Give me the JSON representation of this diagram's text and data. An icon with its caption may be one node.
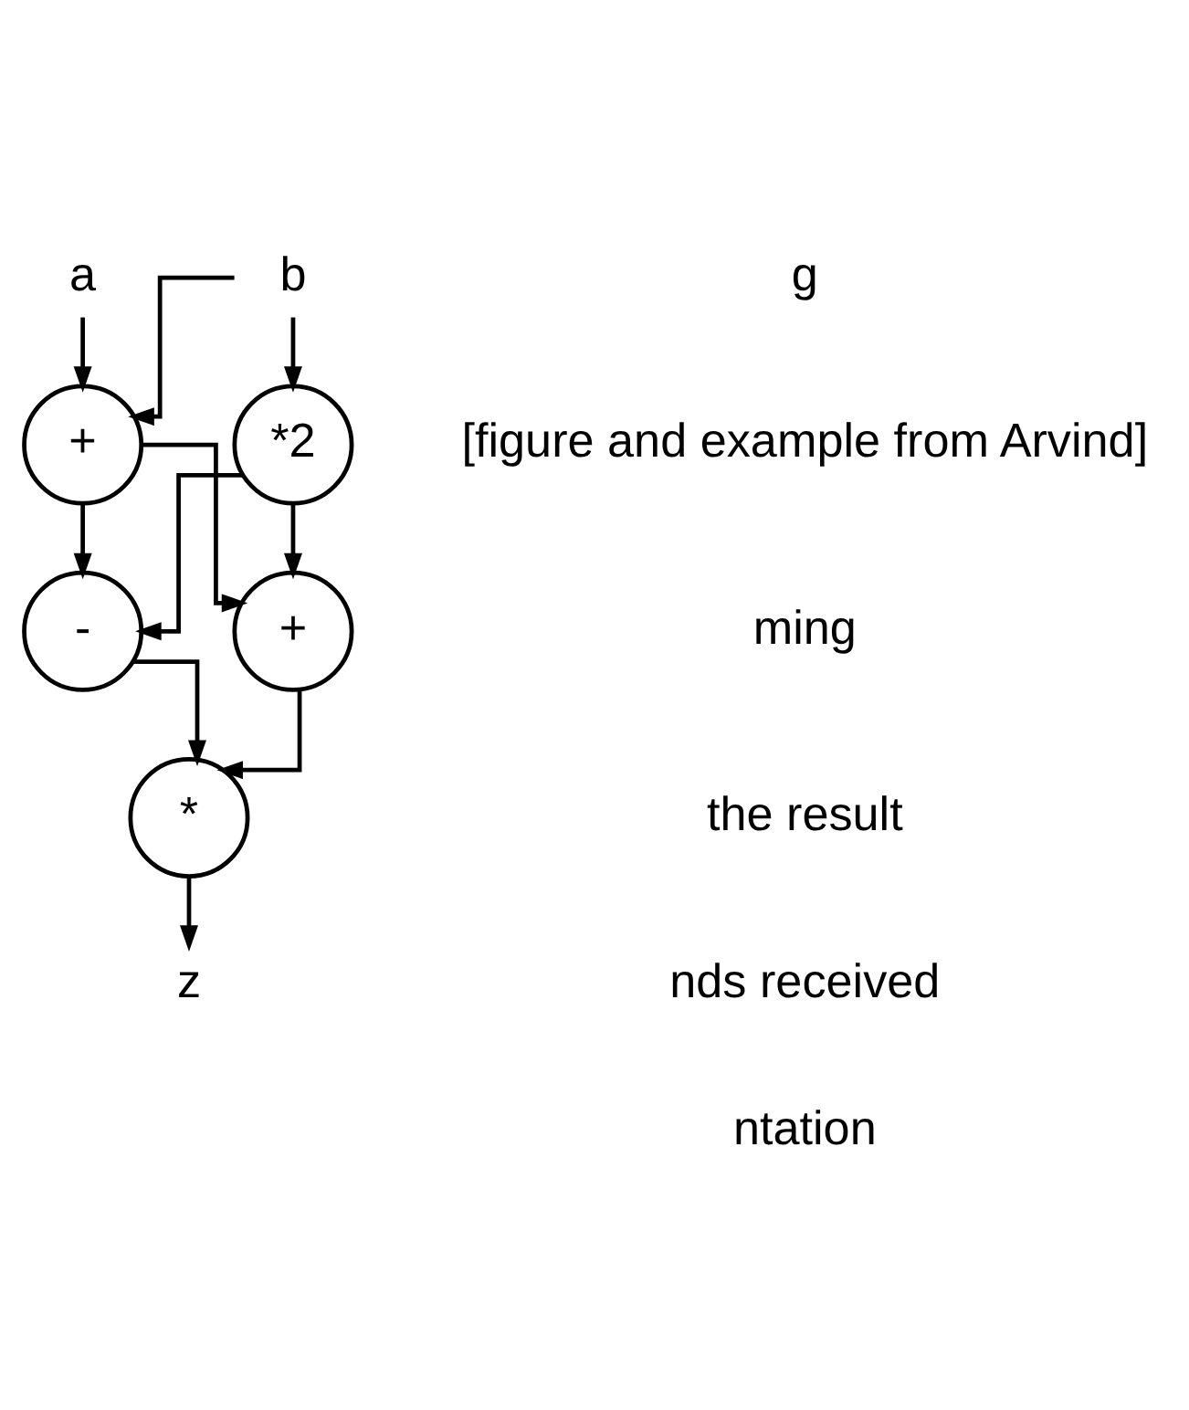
{
  "diagram": {
    "nodes": [
      {
        "text": [
          "a"
        ]
      },
      {
        "text": [
          "b"
        ]
      },
      {
        "text": [
          "+"
        ]
      },
      {
        "text": [
          "*2"
        ]
      },
      {
        "text": [
          "-"
        ]
      },
      {
        "text": [
          "+"
        ]
      },
      {
        "text": [
          "*"
        ]
      },
      {
        "text": [
          "z"
        ]
      }
    ],
    "edges": [
      {
        "from": 0,
        "to": 2,
        "arrow": "to"
      },
      {
        "from": 1,
        "to": 2,
        "arrow": "to"
      },
      {
        "from": 1,
        "to": 3,
        "arrow": "to"
      },
      {
        "from": 2,
        "to": 4,
        "arrow": "to"
      },
      {
        "from": 2,
        "to": 5,
        "arrow": "to"
      },
      {
        "from": 3,
        "to": 4,
        "arrow": "to"
      },
      {
        "from": 3,
        "to": 5,
        "arrow": "to"
      },
      {
        "from": 4,
        "to": 6,
        "arrow": "to"
      },
      {
        "from": 5,
        "to": 6,
        "arrow": "to"
      },
      {
        "from": 6,
        "to": 7,
        "arrow": "to"
      }
    ],
    "labels": [
      "g",
      "[figure and example from Arvind]",
      "ming",
      "the result",
      "nds received",
      "ntation"
    ]
  }
}
